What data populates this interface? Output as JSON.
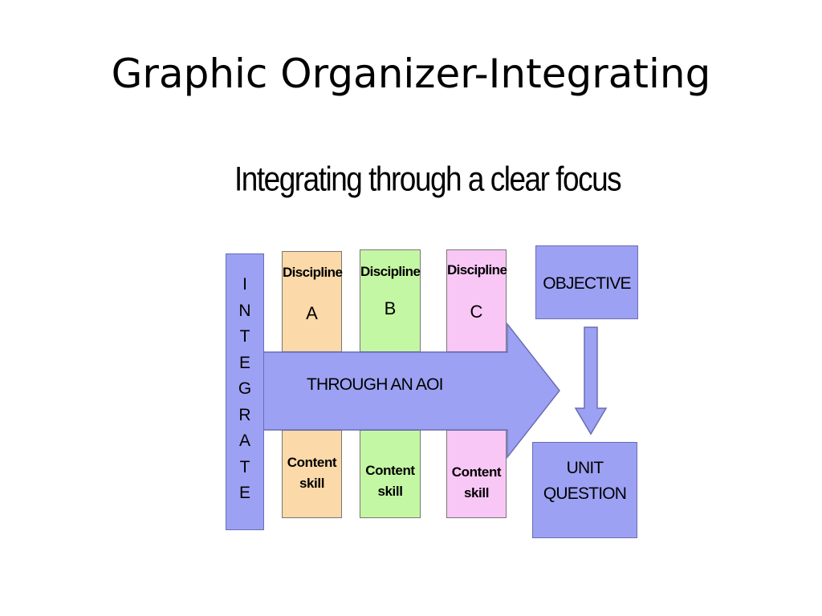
{
  "slide": {
    "title": "Graphic Organizer-Integrating"
  },
  "diagram": {
    "title": "Integrating through a clear focus",
    "integrate_letters": [
      "I",
      "N",
      "T",
      "E",
      "G",
      "R",
      "A",
      "T",
      "E"
    ],
    "arrow_label": "THROUGH AN AOI",
    "disciplines": [
      {
        "label": "Discipline",
        "letter": "A",
        "skill_line1": "Content",
        "skill_line2": "skill"
      },
      {
        "label": "Discipline",
        "letter": "B",
        "skill_line1": "Content",
        "skill_line2": "skill"
      },
      {
        "label": "Discipline",
        "letter": "C",
        "skill_line1": "Content",
        "skill_line2": "skill"
      }
    ],
    "objective": "OBJECTIVE",
    "unit_question_line1": "UNIT",
    "unit_question_line2": "QUESTION",
    "colors": {
      "periwinkle": "#9da1f3",
      "discipline_a": "#fbd9a8",
      "discipline_b": "#c4f7a4",
      "discipline_c": "#f8c7f6"
    }
  }
}
